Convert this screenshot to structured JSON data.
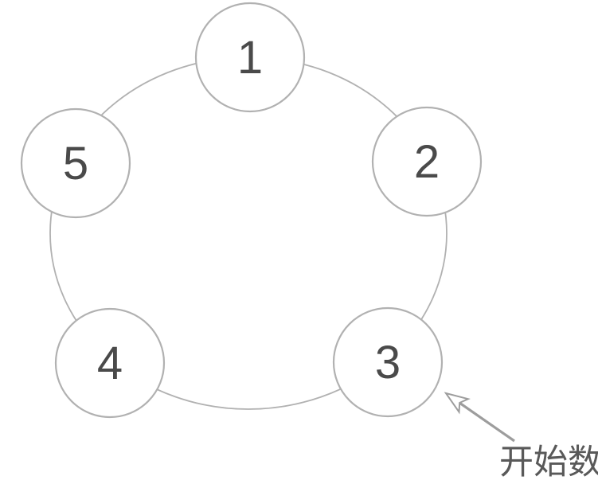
{
  "diagram": {
    "type": "circular-counting-ring",
    "nodes": [
      {
        "label": "1"
      },
      {
        "label": "2"
      },
      {
        "label": "3"
      },
      {
        "label": "4"
      },
      {
        "label": "5"
      }
    ],
    "annotation": {
      "label": "开始数",
      "points_to_node": "3"
    },
    "colors": {
      "background": "#ffffff",
      "circle_stroke": "#b1b1b1",
      "number_text": "#4a4a4a",
      "arrow": "#9d9d9d",
      "annotation_text": "#595959"
    }
  }
}
